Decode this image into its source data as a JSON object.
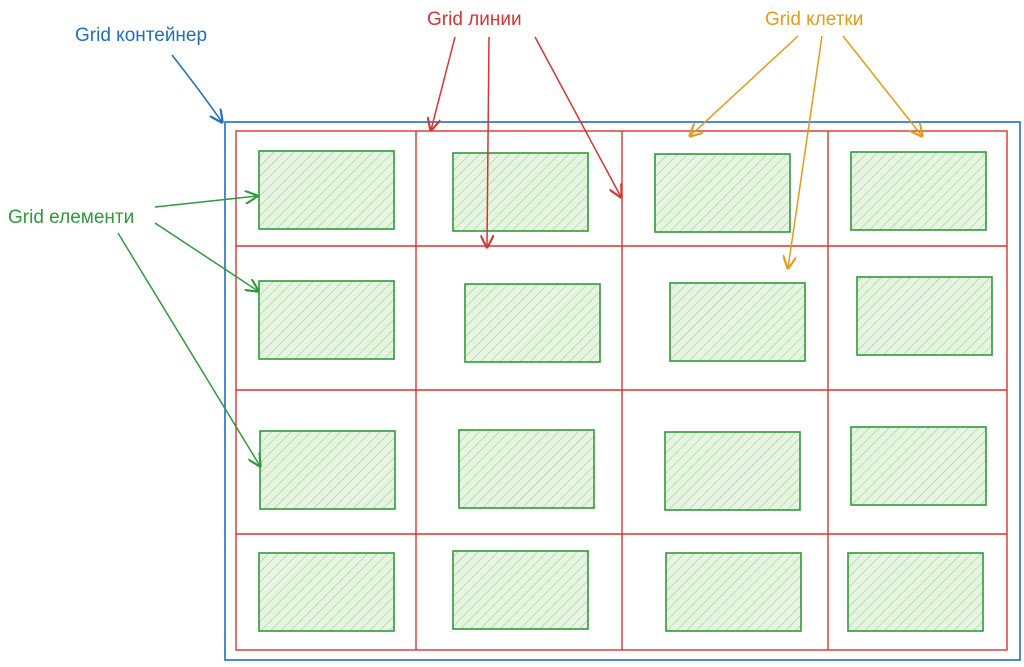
{
  "labels": {
    "container": "Grid контейнер",
    "lines": "Grid линии",
    "cells": "Grid клетки",
    "items": "Grid елементи"
  },
  "colors": {
    "container": "#1f6fc0",
    "lines": "#d93333",
    "cells": "#e89a1a",
    "items": "#2f9a3a",
    "item_fill": "#dcefd6"
  },
  "grid": {
    "rows": 4,
    "columns": 4,
    "item_count": 16
  }
}
